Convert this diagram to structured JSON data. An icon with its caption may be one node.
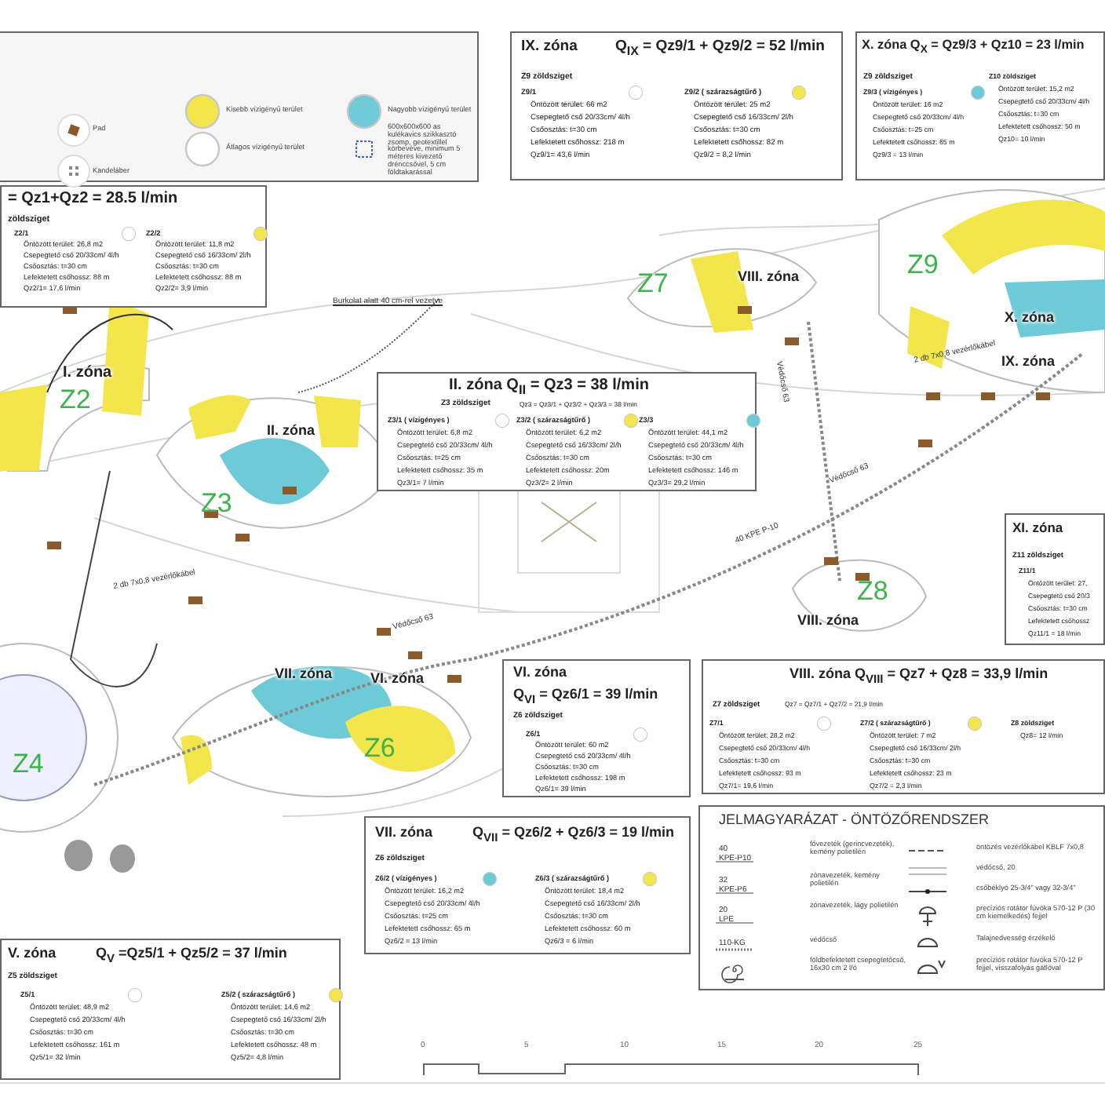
{
  "diagram": {
    "nodes": [
      {
        "text": [
          "= Qz1+Qz2 = 28.5 l/min",
          "zöldsziget",
          "Z2/1",
          "Öntözött terület: 26,8 m2",
          "Csepegtető cső 20/33cm/ 4l/h",
          "Csőosztás: t=30 cm",
          "Lefektetett csőhossz: 88 m",
          "Qz2/1= 17,6 l/min",
          "Z2/2",
          "Öntözött terület: 11,8 m2",
          "Csepegtető cső 16/33cm/ 2l/h",
          "Csőosztás: t=30 cm",
          "Lefektetett csőhossz: 88 m",
          "Qz2/2= 3,9 l/min"
        ]
      },
      {
        "text": [
          "IX. zóna",
          "Q$_{IX}$ = Qz9/1 + Qz9/2 = 52 l/min",
          "Z9 zöldsziget",
          "Z9/1",
          "Öntözött terület: 66 m2",
          "Csepegtető cső 20/33cm/ 4l/h",
          "Csőosztás: t=30 cm",
          "Lefektetett csőhossz: 218 m",
          "Qz9/1= 43,6 l/min",
          "Z9/2 ( szárazságtűrő )",
          "Öntözött terület: 25 m2",
          "Csepegtető cső 16/33cm/ 2l/h",
          "Csőosztás: t=30 cm",
          "Lefektetett csőhossz: 82 m",
          "Qz9/2 = 8,2 l/min"
        ]
      },
      {
        "text": [
          "X. zóna Q$_{X}$ = Qz9/3 + Qz10 = 23 l/min",
          "Z9 zöldsziget",
          "Z9/3 ( vízigényes )",
          "Öntözött terület: 16 m2",
          "Csepegtető cső 20/33cm/ 4l/h",
          "Csőosztás: t=25 cm",
          "Lefektetett csőhossz: 65 m",
          "Qz9/3 = 13 l/min",
          "Z10 zöldsziget",
          "Öntözött terület: 15,2 m2",
          "Csepegtető cső 20/33cm/ 4l/h",
          "Csőosztás: t=30 cm",
          "Lefektetett csőhossz: 50 m",
          "Qz10= 10 l/min"
        ]
      },
      {
        "text": [
          "II. zóna Q$_{II}$ = Qz3 = 38 l/min",
          "Z3 zöldsziget",
          "Qz3 = Qz3/1 + Qz3/2 + Qz3/3 = 38 l/min",
          "Z3/1 ( vízigényes )",
          "Öntözött terület: 6,8 m2",
          "Csepegtető cső 20/33cm/ 4l/h",
          "Csőosztás: t=25 cm",
          "Lefektetett csőhossz: 35 m",
          "Qz3/1= 7 l/min",
          "Z3/2 ( szárazságtűrő )",
          "Öntözött terület: 6,2 m2",
          "Csepegtető cső 16/33cm/ 2l/h",
          "Csőosztás: t=30 cm",
          "Lefektetett csőhossz: 20m",
          "Qz3/2= 2 l/min",
          "Z3/3",
          "Öntözött terület: 44,1 m2",
          "Csepegtető cső 20/33cm/ 4l/h",
          "Csőosztás: t=30 cm",
          "Lefektetett csőhossz: 146 m",
          "Qz3/3= 29,2 l/min"
        ]
      },
      {
        "text": [
          "XI. zóna",
          "Z11 zöldsziget",
          "Z11/1",
          "Öntözött terület: 27,",
          "Csepegtető cső 20/3",
          "Csőosztás: t=30 cm",
          "Lefektetett csőhossz",
          "Qz11/1 = 18 l/min"
        ]
      },
      {
        "text": [
          "VI. zóna",
          "Q$_{VI}$ = Qz6/1 = 39 l/min",
          "Z6 zöldsziget",
          "Z6/1",
          "Öntözött terület: 60 m2",
          "Csepegtető cső 20/33cm/ 4l/h",
          "Csőosztás: t=30 cm",
          "Lefektetett csőhossz: 198 m",
          "Qz6/1= 39 l/min"
        ]
      },
      {
        "text": [
          "VIII. zóna Q$_{VIII}$ = Qz7 + Qz8 = 33,9 l/min",
          "Z7 zöldsziget",
          "Qz7 = Qz7/1 + Qz7/2 = 21,9 l/min",
          "Z7/1",
          "Öntözött terület: 28,2 m2",
          "Csepegtető cső 20/33cm/ 4l/h",
          "Csőosztás: t=30 cm",
          "Lefektetett csőhossz: 93 m",
          "Qz7/1= 19,6 l/min",
          "Z7/2 ( szárazságtűrő )",
          "Öntözött terület: 7 m2",
          "Csepegtető cső 16/33cm/ 2l/h",
          "Csőosztás: t=30 cm",
          "Lefektetett csőhossz: 23 m",
          "Qz7/2 = 2,3 l/min",
          "Z8 zöldsziget",
          "Qz8= 12 l/min"
        ]
      },
      {
        "text": [
          "VII. zóna",
          "Q$_{VII}$ = Qz6/2 + Qz6/3 = 19 l/min",
          "Z6 zöldsziget",
          "Z6/2 ( vízigényes )",
          "Öntözött terület: 16,2 m2",
          "Csepegtető cső 20/33cm/ 4l/h",
          "Csőosztás: t=25 cm",
          "Lefektetett csőhossz: 65 m",
          "Qz6/2 = 13 l/min",
          "Z6/3 ( szárazságtűrő )",
          "Öntözött terület: 18,4 m2",
          "Csepegtető cső 16/33cm/ 2l/h",
          "Csőosztás: t=30 cm",
          "Lefektetett csőhossz: 60 m",
          "Qz6/3 = 6 l/min"
        ]
      },
      {
        "text": [
          "V. zóna",
          "Q$_{V}$ =Qz5/1 + Qz5/2 = 37 l/min",
          "Z5 zöldsziget",
          "Z5/1",
          "Öntözött terület: 48,9 m2",
          "Csepegtető cső 20/33cm/ 4l/h",
          "Csőosztás: t=30 cm",
          "Lefektetett csőhossz: 161 m",
          "Qz5/1= 32 l/min",
          "Z5/2 ( szárazságtűrő )",
          "Öntözött terület: 14,6 m2",
          "Csepegtető cső 16/33cm/ 2l/h",
          "Csőosztás: t=30 cm",
          "Lefektetett csőhossz: 48 m",
          "Qz5/2= 4,8 l/min"
        ]
      }
    ],
    "labels": [
      "JELMAGYARÁZAT - ÖNTÖZŐRENDSZER",
      "40",
      "KPE-P10",
      "32",
      "KPE-P6",
      "20",
      "LPE",
      "110-KG",
      "I. zóna",
      "Z2",
      "II. zóna",
      "Z3",
      "Z4",
      "VII. zóna",
      "VI. zóna",
      "Z6",
      "Z7",
      "VIII. zóna",
      "Z9",
      "X. zóna",
      "IX. zóna",
      "Z8",
      "VIII. zóna",
      "Burkolat alatt 40 cm-rel vezetve",
      "Védőcső 63",
      "Védőcső 63",
      "Védőcső 63",
      "40 KPE P-10",
      "2 db 7x0,8 vezérlőkábel",
      "2 db 7x0,8 vezérlőkábel",
      "0",
      "5",
      "10",
      "15",
      "20",
      "25"
    ],
    "legend": [
      {
        "text": "Pad"
      },
      {
        "text": "Kandeláber"
      },
      {
        "text": "Kisebb vízigényű terület",
        "color": "#f3e54c"
      },
      {
        "text": "Átlagos vízigényű terület",
        "color": "#ffffff"
      },
      {
        "text": "Nagyobb vízigényű terület",
        "color": "#6dcad6"
      },
      {
        "text": "600x600x600 as kulékavics szikkasztó zsomp, geotextillel körbevéve, minimum 5 méteres kivezető drénccsővel, 5 cm földtakarással"
      },
      {
        "text": "fővezeték (gerincvezeték), kemény polietilén"
      },
      {
        "text": "zónavezeték, kemény polietilén"
      },
      {
        "text": "zónavezeték, lágy polietilén"
      },
      {
        "text": "védőcső"
      },
      {
        "text": "földbefektetett csepegtetőcső, 16x30 cm 2 l/ó"
      },
      {
        "text": "öntözés vezérlőkábel KBLF 7x0,8"
      },
      {
        "text": "védőcső, 20"
      },
      {
        "text": "csőbéklyó 25-3/4\" vagy 32-3/4\""
      },
      {
        "text": "precíziós rotátor fúvóka 570-12 P (30 cm kiemelkedés) fejjel"
      },
      {
        "text": "Talajnedvesség érzékelő"
      },
      {
        "text": "precíziós rotátor fúvóka 570-12 P fejjel, visszafolyás gátlóval"
      }
    ]
  }
}
